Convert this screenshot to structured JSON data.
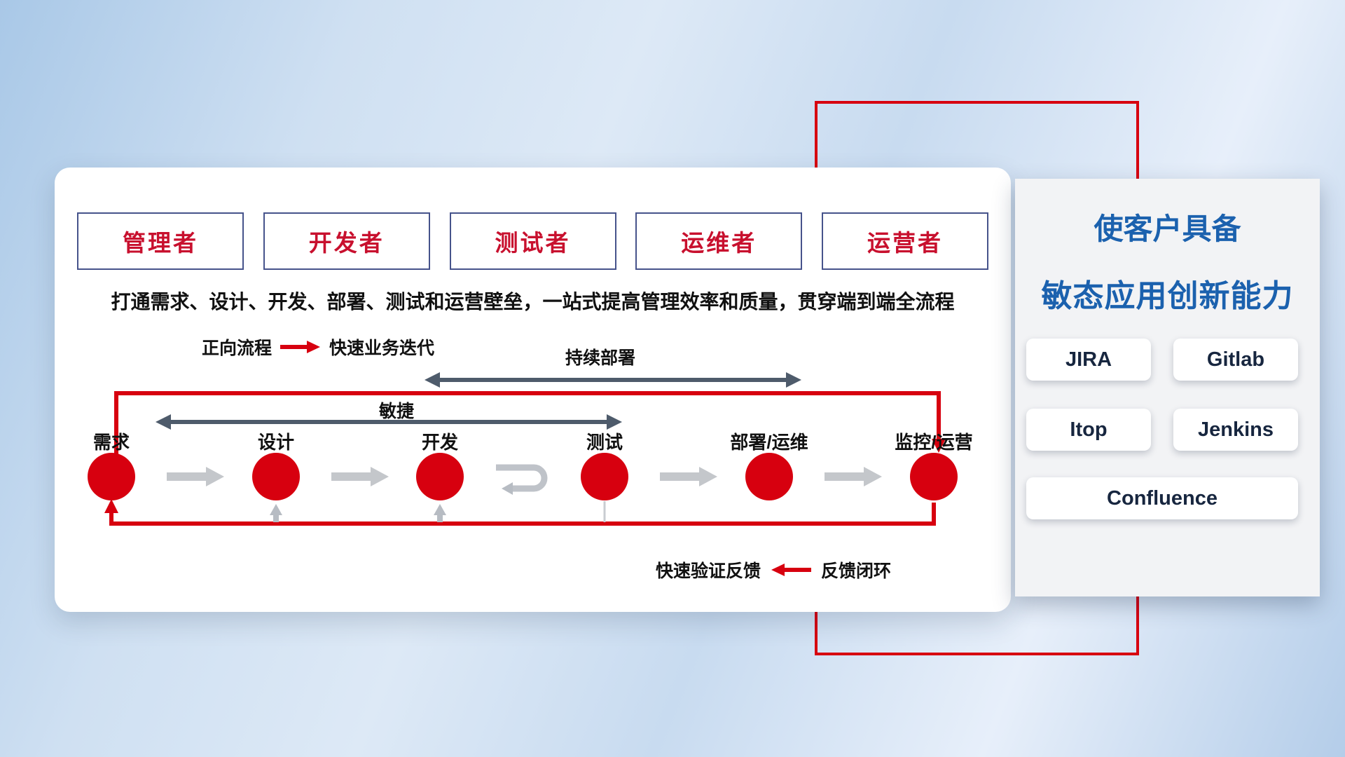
{
  "roles": [
    "管理者",
    "开发者",
    "测试者",
    "运维者",
    "运营者"
  ],
  "description": "打通需求、设计、开发、部署、测试和运营壁垒，一站式提高管理效率和质量，贯穿端到端全流程",
  "legend": {
    "forward_label": "正向流程",
    "forward_value": "快速业务迭代",
    "feedback_value": "快速验证反馈",
    "feedback_label": "反馈闭环"
  },
  "flow": {
    "continuous_deploy_label": "持续部署",
    "agile_label": "敏捷",
    "nodes": [
      "需求",
      "设计",
      "开发",
      "测试",
      "部署/运维",
      "监控/运营"
    ]
  },
  "side_panel": {
    "title_line1": "使客户具备",
    "title_line2": "敏态应用创新能力",
    "tools": [
      "JIRA",
      "Gitlab",
      "Itop",
      "Jenkins",
      "Confluence"
    ]
  },
  "colors": {
    "accent_red": "#d7000f",
    "title_blue": "#1b61ae",
    "arrow_dark": "#4e5b6b",
    "arrow_gray": "#c4c7cb"
  }
}
